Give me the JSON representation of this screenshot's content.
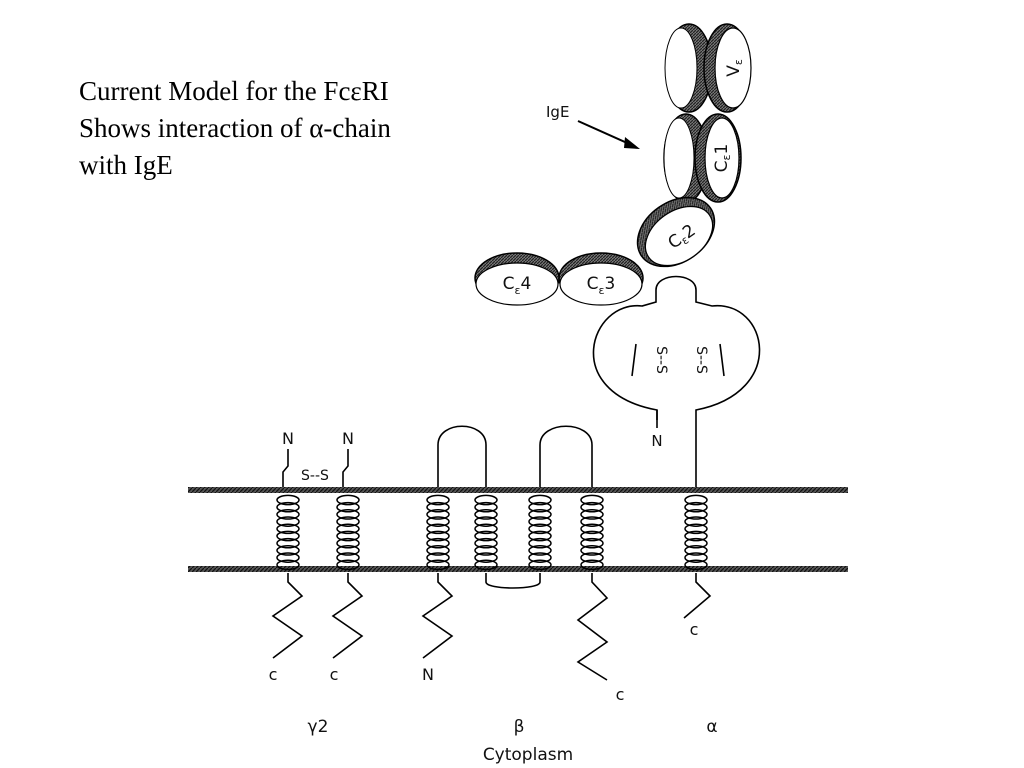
{
  "title": {
    "line1": "Current Model for the FcεRI",
    "line2": "Shows interaction of α-chain",
    "line3": "with IgE"
  },
  "diagram": {
    "ige_label": "IgE",
    "domains": {
      "v": "V",
      "v_sub": "ε",
      "c1": "C",
      "c1_sub": "ε",
      "c1_num": "1",
      "c2": "C",
      "c2_sub": "ε",
      "c2_num": "2",
      "c3": "C",
      "c3_sub": "ε",
      "c3_num": "3",
      "c4": "C",
      "c4_sub": "ε",
      "c4_num": "4"
    },
    "disulfide_alpha_1": "S--S",
    "disulfide_alpha_2": "S--S",
    "disulfide_gamma": "S--S",
    "n_alpha": "N",
    "n_gamma_1": "N",
    "n_gamma_2": "N",
    "c_gamma_1": "c",
    "c_gamma_2": "c",
    "n_beta": "N",
    "c_beta": "c",
    "c_alpha": "c",
    "gamma_label": "γ2",
    "beta_label": "β",
    "alpha_label": "α",
    "cytoplasm_label": "Cytoplasm"
  }
}
